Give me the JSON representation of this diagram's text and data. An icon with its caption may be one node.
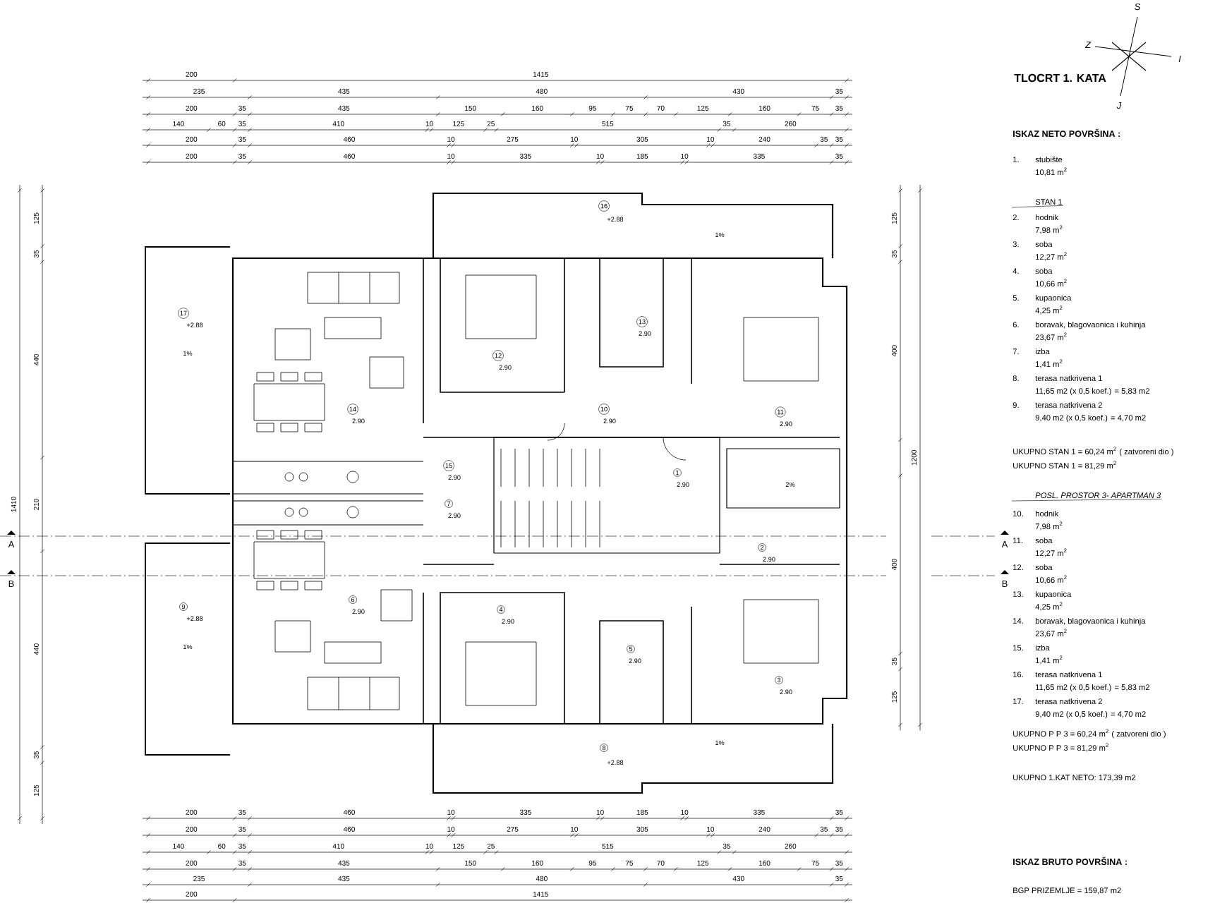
{
  "diagram": {
    "title": "TLOCRT 1. KATA",
    "labels": [
      "S",
      "Z",
      "I",
      "J",
      "200",
      "1415",
      "235",
      "435",
      "480",
      "430",
      "35",
      "200",
      "35",
      "435",
      "150",
      "160",
      "95",
      "75",
      "70",
      "125",
      "160",
      "75",
      "35",
      "140",
      "60",
      "35",
      "410",
      "10",
      "125",
      "25",
      "515",
      "35",
      "260",
      "200",
      "35",
      "460",
      "10",
      "275",
      "10",
      "305",
      "10",
      "240",
      "35",
      "35",
      "200",
      "35",
      "460",
      "10",
      "335",
      "10",
      "185",
      "10",
      "335",
      "35",
      "1410",
      "125",
      "35",
      "440",
      "210",
      "440",
      "35",
      "125",
      "1200",
      "125",
      "35",
      "400",
      "400",
      "35",
      "125",
      "A",
      "A",
      "B",
      "B",
      "16",
      "+2.88",
      "1%",
      "17",
      "+2.88",
      "1%",
      "13",
      "2.90",
      "12",
      "2.90",
      "14",
      "2.90",
      "10",
      "2.90",
      "11",
      "2.90",
      "15",
      "2.90",
      "1",
      "2.90",
      "2%",
      "7",
      "2.90",
      "2",
      "2.90",
      "6",
      "2.90",
      "9",
      "+2.88",
      "1%",
      "4",
      "2.90",
      "5",
      "2.90",
      "3",
      "2.90",
      "8",
      "+2.88",
      "1%",
      "200",
      "35",
      "460",
      "10",
      "335",
      "10",
      "185",
      "10",
      "335",
      "35",
      "200",
      "35",
      "460",
      "10",
      "275",
      "10",
      "305",
      "10",
      "240",
      "35",
      "35",
      "140",
      "60",
      "35",
      "410",
      "10",
      "125",
      "25",
      "515",
      "35",
      "260",
      "200",
      "35",
      "435",
      "150",
      "160",
      "95",
      "75",
      "70",
      "125",
      "160",
      "75",
      "35",
      "235",
      "435",
      "480",
      "430",
      "35",
      "200",
      "1415",
      "ISKAZ NETO POVRŠINA :",
      "1.",
      "stubište",
      "10,81 m$^{2}$",
      "STAN 1",
      "2.",
      "hodnik",
      "7,98 m$^{2}$",
      "3.",
      "soba",
      "12,27 m$^{2}$",
      "4.",
      "soba",
      "10,66 m$^{2}$",
      "5.",
      "kupaonica",
      "4,25 m$^{2}$",
      "6.",
      "boravak, blagovaonica i kuhinja",
      "23,67 m$^{2}$",
      "7.",
      "izba",
      "1,41 m$^{2}$",
      "8.",
      "terasa natkrivena 1",
      "11,65 m2 (x 0,5 koef.) = 5,83 m2",
      "9.",
      "terasa natkrivena 2",
      "9,40 m2 (x 0,5 koef.) = 4,70 m2",
      "UKUPNO STAN 1 = 60,24 m$^{2}$ ( zatvoreni dio )",
      "UKUPNO STAN 1 = 81,29 m$^{2}$",
      "POSL. PROSTOR 3- APARTMAN 3",
      "10.",
      "hodnik",
      "7,98 m$^{2}$",
      "11.",
      "soba",
      "12,27 m$^{2}$",
      "12.",
      "soba",
      "10,66 m$^{2}$",
      "13.",
      "kupaonica",
      "4,25 m$^{2}$",
      "14.",
      "boravak, blagovaonica i kuhinja",
      "23,67 m$^{2}$",
      "15.",
      "izba",
      "1,41 m$^{2}$",
      "16.",
      "terasa natkrivena 1",
      "11,65 m2 (x 0,5 koef.) = 5,83 m2",
      "17.",
      "terasa natkrivena 2",
      "9,40 m2 (x 0,5 koef.) = 4,70 m2",
      "UKUPNO P P 3 = 60,24 m$^{2}$ ( zatvoreni dio )",
      "UKUPNO P P 3 = 81,29 m$^{2}$",
      "UKUPNO 1.KAT  NETO: 173,39 m2",
      "ISKAZ BRUTO POVRŠINA :",
      "BGP PRIZEMLJE = 159,87 m2"
    ]
  }
}
